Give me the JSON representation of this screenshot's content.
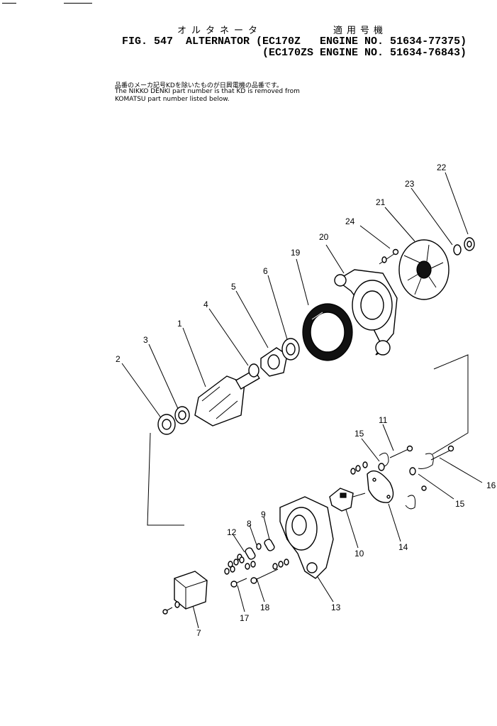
{
  "header": {
    "title_jp": "オルタネータ",
    "applicable_jp": "適用号機",
    "fig_line_1": "FIG. 547  ALTERNATOR (EC170Z   ENGINE NO. 51634-77375)",
    "fig_line_2": "(EC170ZS ENGINE NO. 51634-76843)"
  },
  "note": {
    "jp": "品番のメーカ記号KDを除いたものが日興電機の品番です。",
    "en_line_1": "The NIKKO DENKI part number is that KD is removed from",
    "en_line_2": "KOMATSU part number listed below."
  },
  "callouts": [
    "1",
    "2",
    "3",
    "4",
    "5",
    "6",
    "7",
    "8",
    "9",
    "10",
    "11",
    "12",
    "13",
    "14",
    "15",
    "15",
    "16",
    "17",
    "18",
    "19",
    "20",
    "21",
    "22",
    "23",
    "24"
  ]
}
